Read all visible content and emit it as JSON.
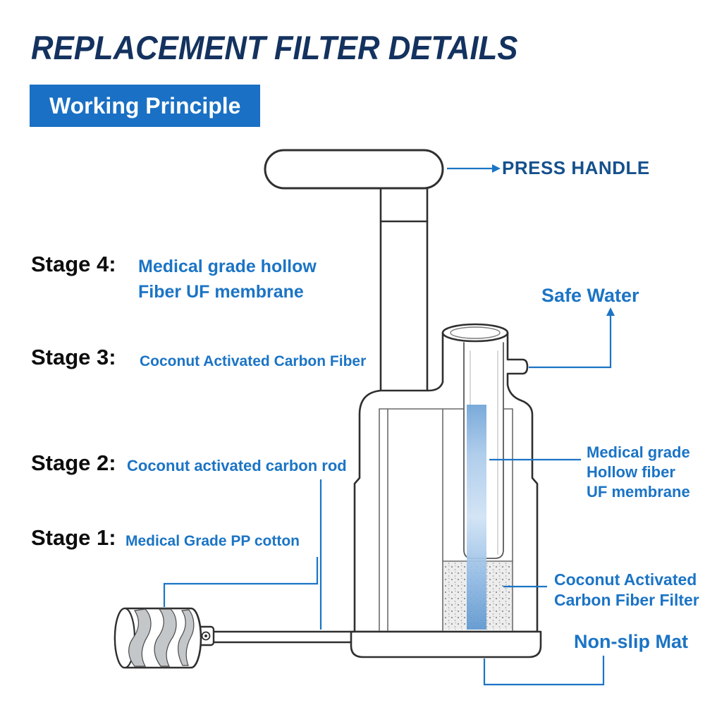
{
  "title": "REPLACEMENT FILTER DETAILS",
  "badge": "Working Principle",
  "stages": [
    {
      "label": "Stage 4:",
      "desc_line1": "Medical grade hollow",
      "desc_line2": "Fiber UF membrane"
    },
    {
      "label": "Stage 3:",
      "desc_line1": "Coconut Activated Carbon Fiber"
    },
    {
      "label": "Stage 2:",
      "desc_line1": "Coconut activated carbon rod"
    },
    {
      "label": "Stage 1:",
      "desc_line1": "Medical Grade PP cotton"
    }
  ],
  "callouts": {
    "press_handle": "PRESS HANDLE",
    "safe_water": "Safe Water",
    "uf_membrane": {
      "line1": "Medical grade",
      "line2": "Hollow fiber",
      "line3": "UF membrane"
    },
    "carbon_filter": {
      "line1": "Coconut Activated",
      "line2": "Carbon Fiber Filter"
    },
    "non_slip_mat": "Non-slip Mat"
  },
  "colors": {
    "accent": "#1b74c5",
    "press_handle": "#15508d",
    "title": "#14325f",
    "badge_bg": "#1a70c4",
    "badge_text": "#ffffff",
    "stage_label": "#0d0d0d",
    "outline": "#2f2f2f",
    "water_strip_top": "#7fb0dd",
    "water_strip_bottom": "#5e97cf"
  }
}
